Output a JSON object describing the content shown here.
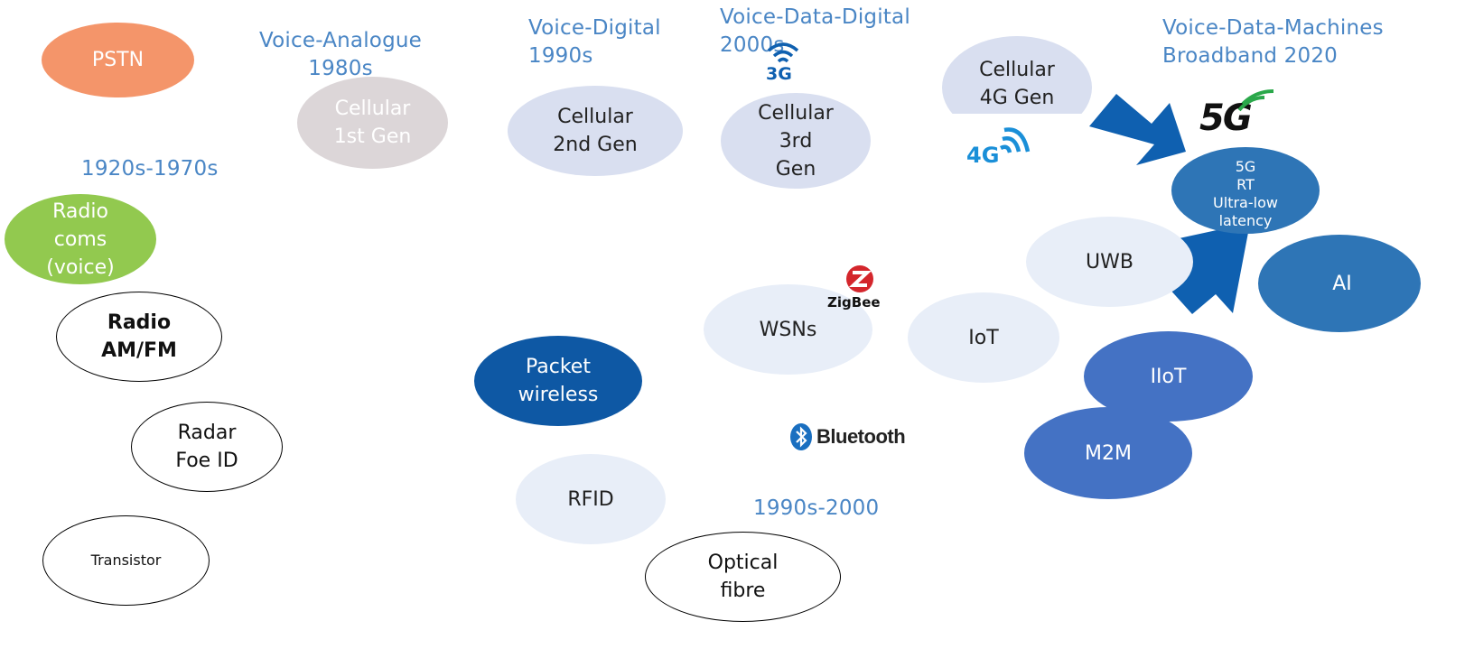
{
  "era_labels": {
    "voice_analogue": [
      "Voice-Analogue",
      "1980s"
    ],
    "voice_digital": [
      "Voice-Digital",
      "1990s"
    ],
    "voice_data_digital": [
      "Voice-Data-Digital",
      "2000s"
    ],
    "voice_data_machines": [
      "Voice-Data-Machines",
      "Broadband 2020"
    ],
    "years_1920_1970": "1920s-1970s",
    "years_1990_2000": "1990s-2000"
  },
  "nodes": {
    "pstn": [
      "PSTN"
    ],
    "cellular_1st": [
      "Cellular",
      "1st Gen"
    ],
    "cellular_2nd": [
      "Cellular",
      "2nd Gen"
    ],
    "cellular_3rd": [
      "Cellular",
      "3rd",
      "Gen"
    ],
    "cellular_4g": [
      "Cellular",
      "4G Gen"
    ],
    "g5": [
      "5G",
      "RT",
      "Ultra-low",
      "latency"
    ],
    "ai": [
      "AI"
    ],
    "uwb": [
      "UWB"
    ],
    "radio_coms": [
      "Radio",
      "coms",
      "(voice)"
    ],
    "radio_amfm": [
      "Radio",
      "AM/FM"
    ],
    "radar": [
      "Radar",
      "Foe ID"
    ],
    "transistor": [
      "Transistor"
    ],
    "wsns": [
      "WSNs"
    ],
    "iot": [
      "IoT"
    ],
    "iiot": [
      "IIoT"
    ],
    "m2m": [
      "M2M"
    ],
    "packet": [
      "Packet",
      "wireless"
    ],
    "rfid": [
      "RFID"
    ],
    "optical": [
      "Optical",
      "fibre"
    ]
  },
  "logos": {
    "zigbee": "ZigBee",
    "bluetooth": "Bluetooth",
    "g3": "3G",
    "g4": "4G",
    "g5": "5G"
  },
  "icons": {
    "wifi": "wifi-icon",
    "arrow": "arrow-icon"
  },
  "colors": {
    "label_blue": "#4a86c5",
    "pstn": "#f4956a",
    "radio_coms": "#92c94f",
    "cellular_1st": "#dcd6d8",
    "cellular_light": "#d9dff0",
    "pale": "#e8eef8",
    "packet": "#0e58a4",
    "mid_blue": "#3f77bf",
    "steel_blue": "#2e75b6",
    "arrow": "#0f60b0"
  }
}
